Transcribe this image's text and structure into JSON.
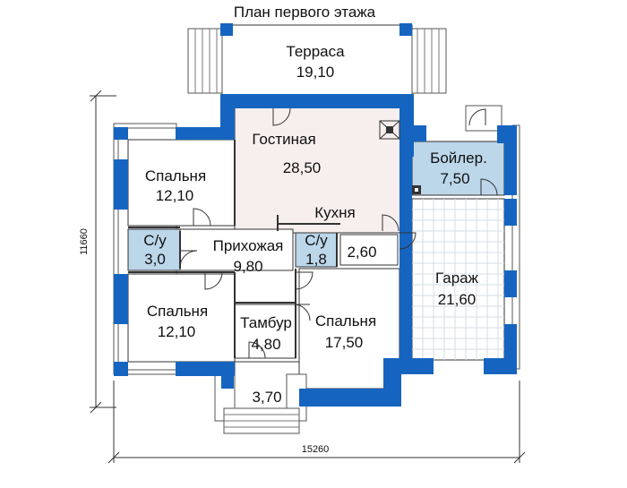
{
  "title": "План первого этажа",
  "colors": {
    "wall": "#1565c0",
    "living": "#f7eeee",
    "wet": "#bcd6ea",
    "floor": "#ffffff",
    "tiles": "#dfe8ef",
    "line": "#333333"
  },
  "rooms": {
    "terrace": {
      "name": "Терраса",
      "area": "19,10"
    },
    "living": {
      "name": "Гостиная",
      "area": "28,50"
    },
    "kitchen": {
      "name": "Кухня"
    },
    "boiler": {
      "name": "Бойлер.",
      "area": "7,50"
    },
    "bedroom1": {
      "name": "Спальня",
      "area": "12,10"
    },
    "wc1": {
      "name": "С/у",
      "area": "3,0"
    },
    "hall": {
      "name": "Прихожая",
      "area": "9,80"
    },
    "wc2": {
      "name": "С/у",
      "area": "1,8"
    },
    "storage": {
      "area": "2,60"
    },
    "garage": {
      "name": "Гараж",
      "area": "21,60"
    },
    "bedroom2": {
      "name": "Спальня",
      "area": "12,10"
    },
    "vestibule": {
      "name": "Тамбур",
      "area": "4,80"
    },
    "bedroom3": {
      "name": "Спальня",
      "area": "17,50"
    },
    "porch": {
      "area": "3,70"
    }
  },
  "dimensions": {
    "height": "11660",
    "width": "15260"
  }
}
